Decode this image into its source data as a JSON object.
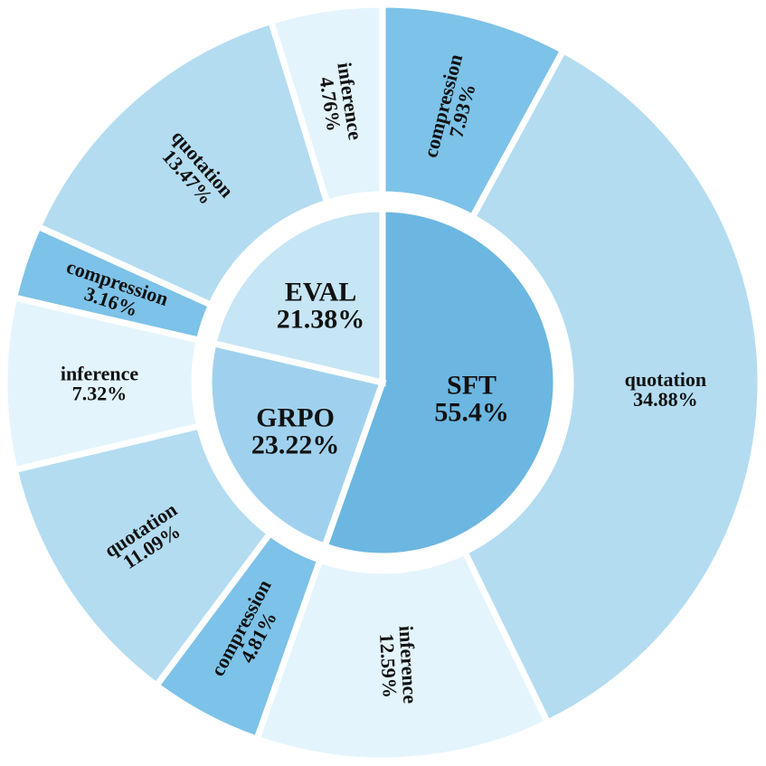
{
  "chart_data": {
    "type": "sunburst",
    "title": "",
    "colors": {
      "inner": "#6bb7e1",
      "compression": "#7dc2e8",
      "quotation": "#b3dcf1",
      "inference": "#e3f4fc",
      "eval_inner": "#c6e5f5",
      "grpo_inner": "#9fd1ee",
      "background": "#ffffff"
    },
    "inner": [
      {
        "name": "SFT",
        "value": 55.4,
        "label": "55.4%"
      },
      {
        "name": "GRPO",
        "value": 23.22,
        "label": "23.22%"
      },
      {
        "name": "EVAL",
        "value": 21.38,
        "label": "21.38%"
      }
    ],
    "outer": [
      {
        "parent": "SFT",
        "name": "quotation",
        "value": 34.88,
        "label": "34.88%",
        "color_key": "quotation"
      },
      {
        "parent": "SFT",
        "name": "inference",
        "value": 12.59,
        "label": "12.59%",
        "color_key": "inference"
      },
      {
        "parent": "GRPO",
        "name": "compression",
        "value": 4.81,
        "label": "4.81%",
        "color_key": "compression"
      },
      {
        "parent": "GRPO",
        "name": "quotation",
        "value": 11.09,
        "label": "11.09%",
        "color_key": "quotation"
      },
      {
        "parent": "GRPO",
        "name": "inference",
        "value": 7.32,
        "label": "7.32%",
        "color_key": "inference"
      },
      {
        "parent": "EVAL",
        "name": "compression",
        "value": 3.16,
        "label": "3.16%",
        "color_key": "compression"
      },
      {
        "parent": "EVAL",
        "name": "quotation",
        "value": 13.47,
        "label": "13.47%",
        "color_key": "quotation"
      },
      {
        "parent": "EVAL",
        "name": "inference",
        "value": 4.76,
        "label": "4.76%",
        "color_key": "inference"
      },
      {
        "parent": "SFT",
        "name": "compression",
        "value": 7.93,
        "label": "7.93%",
        "color_key": "compression"
      }
    ]
  }
}
